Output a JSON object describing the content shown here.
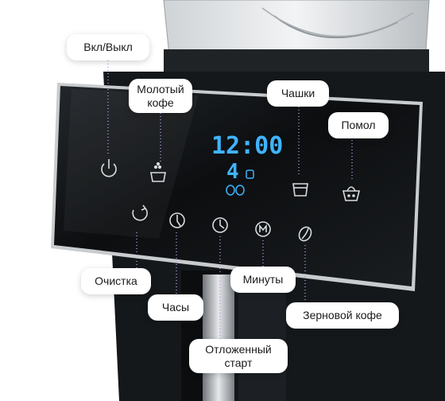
{
  "display": {
    "time": "12:00",
    "cups": "4"
  },
  "callouts": {
    "power": "Вкл/Выкл",
    "ground_coffee": "Молотый\nкофе",
    "cups": "Чашки",
    "grind": "Помол",
    "cleaning": "Очистка",
    "minutes": "Минуты",
    "clock": "Часы",
    "beans": "Зерновой кофе",
    "delayed_start": "Отложенный\nстарт"
  },
  "colors": {
    "display_blue": "#3fb4ff",
    "guide_line": "#b79be0",
    "panel": "#101214"
  },
  "icons": {
    "top_row": [
      "power-icon",
      "ground-coffee-icon",
      "cup-icon",
      "grind-icon"
    ],
    "bottom_row": [
      "cleaning-icon",
      "clock-hand-icon",
      "clock-icon",
      "minutes-icon",
      "bean-icon"
    ]
  }
}
